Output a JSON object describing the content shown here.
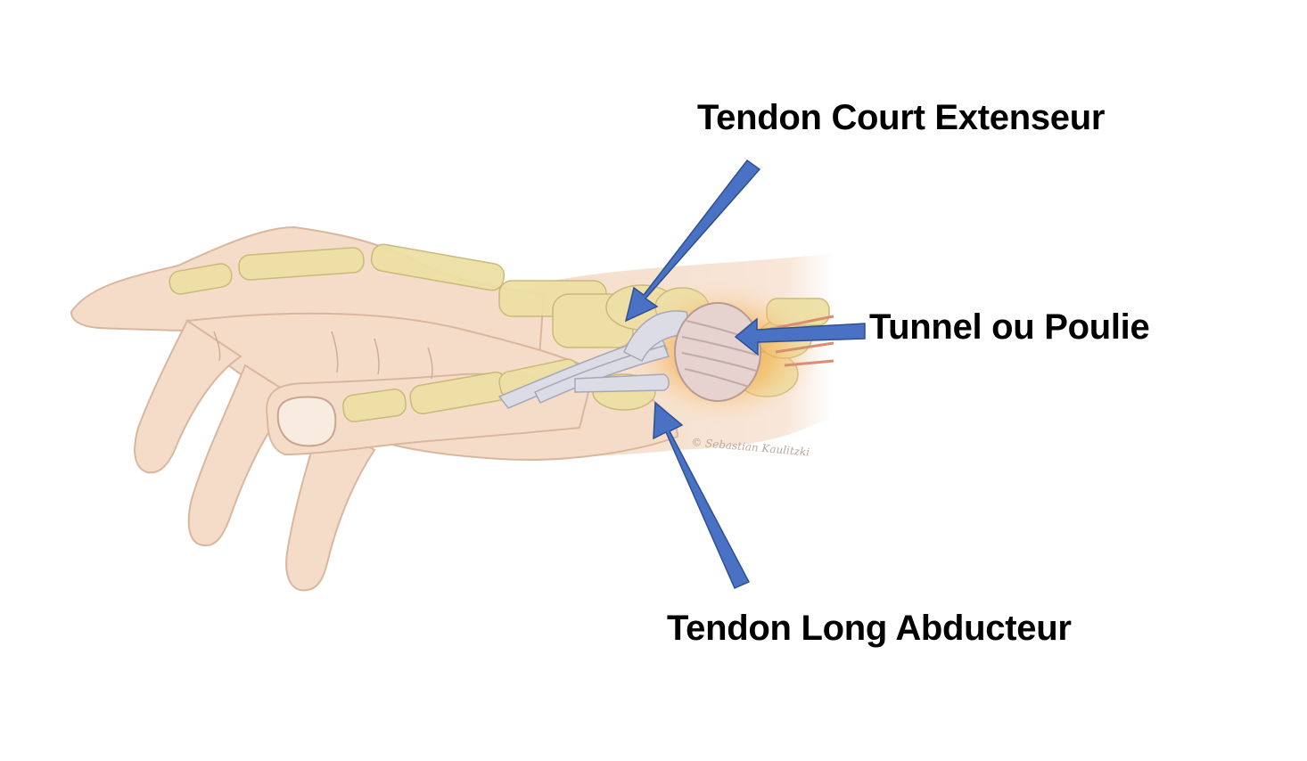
{
  "labels": {
    "short_extensor": "Tendon Court Extenseur",
    "tunnel": "Tunnel ou Poulie",
    "long_abductor": "Tendon Long Abducteur"
  },
  "watermark": "© Sebastian Kaulitzki",
  "colors": {
    "arrow": "#4a72c4",
    "arrow_stroke": "#2f4f91",
    "skin": "#f5dcc8",
    "skin_outline": "#d9b79f",
    "bone": "#ecdfa4",
    "tendon": "#d9d9e2",
    "inflammation": "#f3a04a"
  }
}
